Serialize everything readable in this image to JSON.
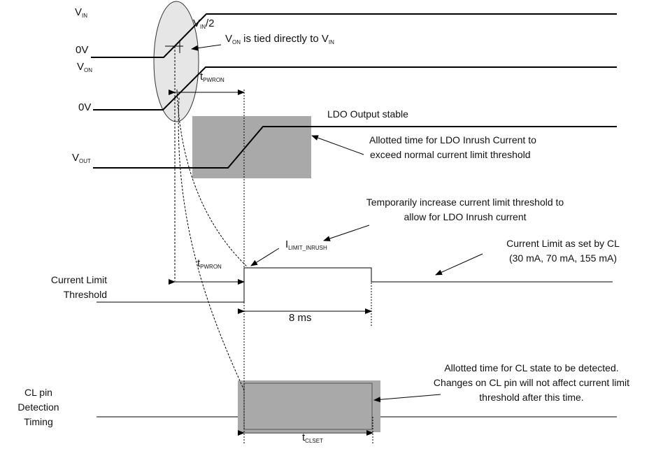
{
  "signals": {
    "vin": {
      "main": "V",
      "sub": "IN"
    },
    "vin_half": {
      "main": "V",
      "sub": "IN",
      "suffix": "/2"
    },
    "von_note": {
      "prefix": "V",
      "prefix_sub": "ON",
      "middle": " is tied directly to V",
      "suffix_sub": "IN"
    },
    "zero_v_1": "0V",
    "von": {
      "main": "V",
      "sub": "ON"
    },
    "zero_v_2": "0V",
    "vout": {
      "main": "V",
      "sub": "OUT"
    }
  },
  "timing": {
    "tpwron_top": {
      "main": "t",
      "sub": "PWRON"
    },
    "tpwron_mid": {
      "main": "t",
      "sub": "PWRON"
    },
    "eight_ms": "8 ms",
    "tclset": {
      "main": "t",
      "sub": "CLSET"
    }
  },
  "annotations": {
    "ldo_stable": "LDO Output stable",
    "inrush_allotted_line1": "Allotted time for LDO Inrush Current to",
    "inrush_allotted_line2": "exceed  normal current limit threshold",
    "temp_increase_line1": "Temporarily increase current limit threshold to",
    "temp_increase_line2": "allow for LDO Inrush current",
    "ilimit": {
      "main": "I",
      "sub": "LIMIT_INRUSH"
    },
    "cl_set_line1": "Current Limit as set by CL",
    "cl_set_line2": "(30 mA, 70 mA, 155 mA)",
    "cl_detect_line1": "Allotted time for CL state to be detected.",
    "cl_detect_line2": "Changes on CL pin will not affect current limit",
    "cl_detect_line3": "threshold after this time."
  },
  "row_labels": {
    "current_limit_line1": "Current Limit",
    "current_limit_line2": "Threshold",
    "cl_pin_line1": "CL pin",
    "cl_pin_line2": "Detection",
    "cl_pin_line3": "Timing"
  },
  "colors": {
    "shade": "#a9a9a9",
    "ellipse_fill": "#e6e6e6",
    "line": "#000000"
  }
}
